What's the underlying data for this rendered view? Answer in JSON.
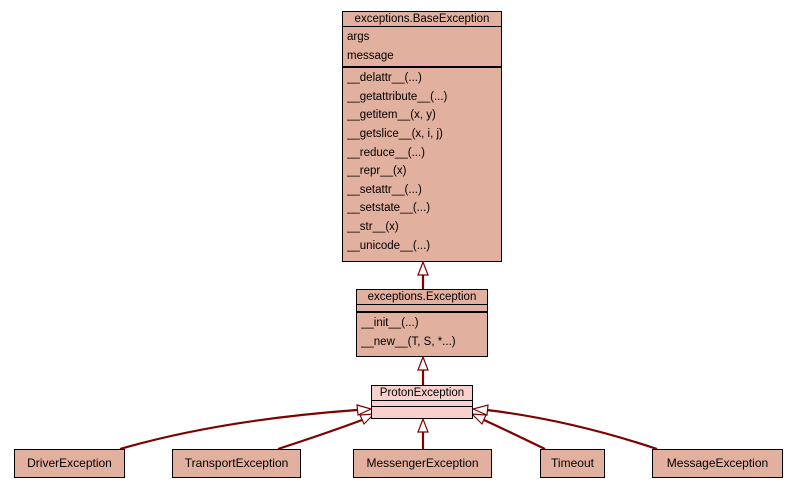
{
  "colors": {
    "class_fill": "#e1b09e",
    "highlight_fill": "#f8d0cc",
    "edge": "#7f0000",
    "border": "#000000"
  },
  "base_exception": {
    "name": "exceptions.BaseException",
    "attributes": [
      "args",
      "message"
    ],
    "methods": [
      "__delattr__(...)",
      "__getattribute__(...)",
      "__getitem__(x, y)",
      "__getslice__(x, i, j)",
      "__reduce__(...)",
      "__repr__(x)",
      "__setattr__(...)",
      "__setstate__(...)",
      "__str__(x)",
      "__unicode__(...)"
    ]
  },
  "exception": {
    "name": "exceptions.Exception",
    "methods": [
      "__init__(...)",
      "__new__(T, S, *...)"
    ]
  },
  "proton_exception": {
    "name": "ProtonException"
  },
  "subclasses": [
    "DriverException",
    "TransportException",
    "MessengerException",
    "Timeout",
    "MessageException"
  ]
}
